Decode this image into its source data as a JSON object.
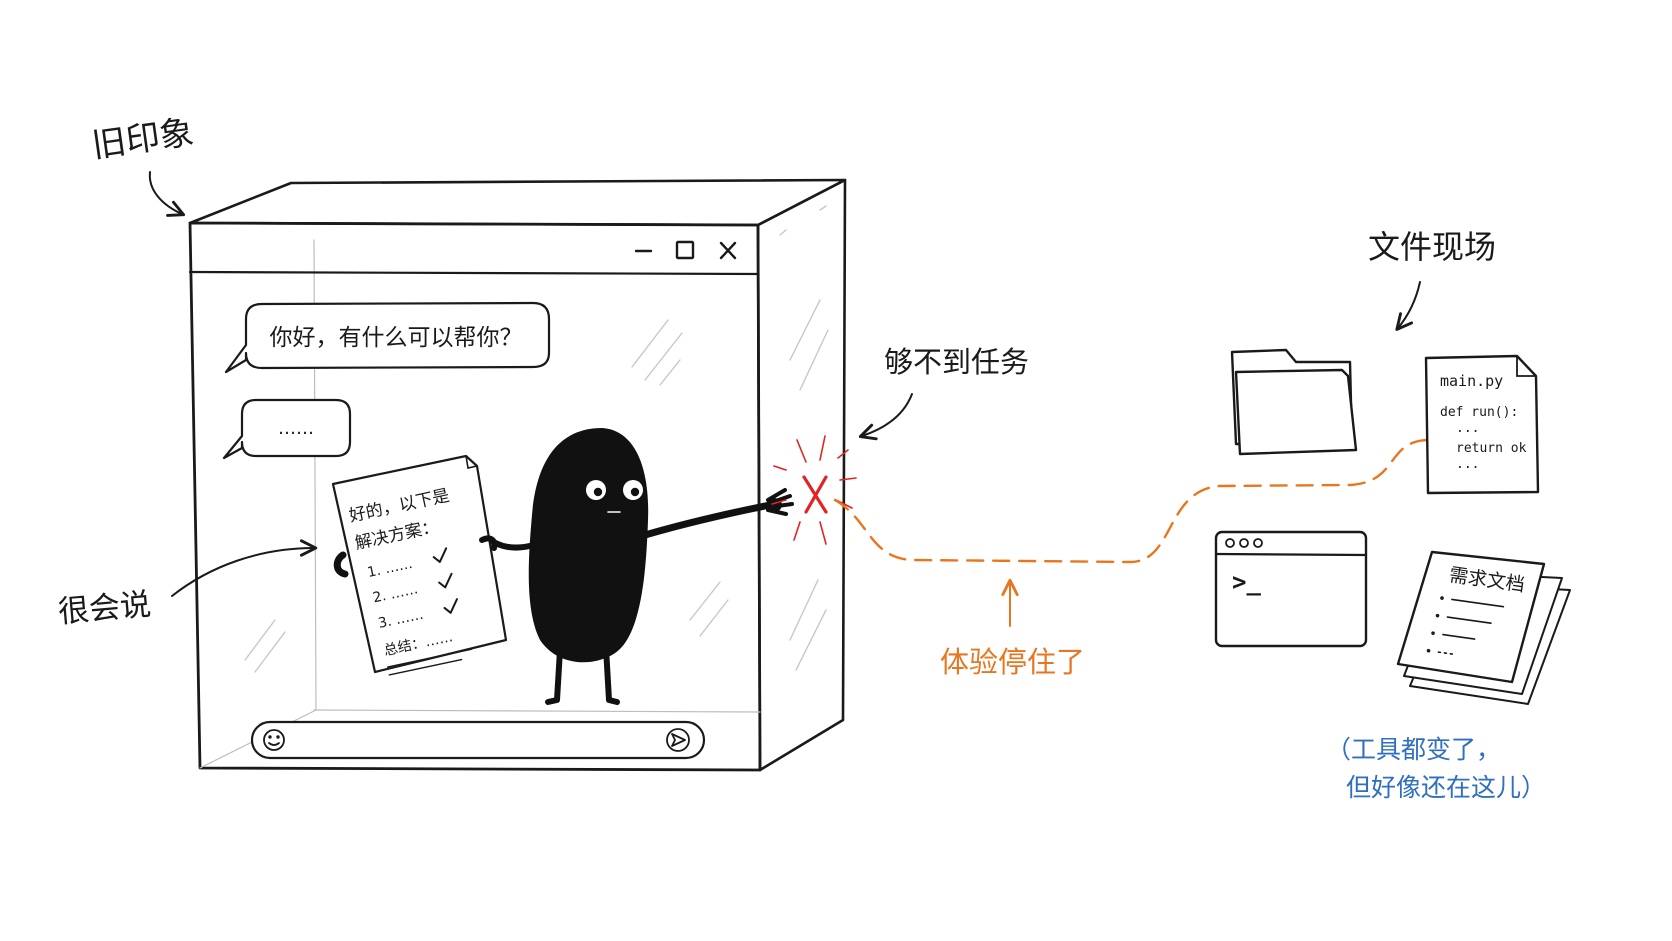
{
  "labels": {
    "old_impression": "旧印象",
    "good_talker": "很会说",
    "cant_reach": "够不到任务",
    "experience_stops": "体验停住了",
    "file_scene": "文件现场",
    "note_line1": "（工具都变了，",
    "note_line2": "但好像还在这儿）"
  },
  "chat": {
    "greeting": "你好，有什么可以帮你？",
    "typing": "……"
  },
  "paper": {
    "line1": "好的，以下是",
    "line2": "解决方案：",
    "items": [
      "1. ……",
      "2. ……",
      "3. ……"
    ],
    "summary": "总结：……"
  },
  "code_file": {
    "filename": "main.py",
    "line1": "def run():",
    "line2": "...",
    "line3": "return ok",
    "line4": "..."
  },
  "doc": {
    "title": "需求文档"
  },
  "terminal": {
    "prompt": ">_"
  },
  "icons": [
    "minimize-icon",
    "maximize-icon",
    "close-icon",
    "smiley-icon",
    "send-icon",
    "folder-icon",
    "terminal-icon",
    "file-icon",
    "document-icon"
  ],
  "colors": {
    "ink": "#1a1a1a",
    "orange": "#e8761f",
    "red": "#e02424",
    "blue": "#2f6fbf"
  }
}
